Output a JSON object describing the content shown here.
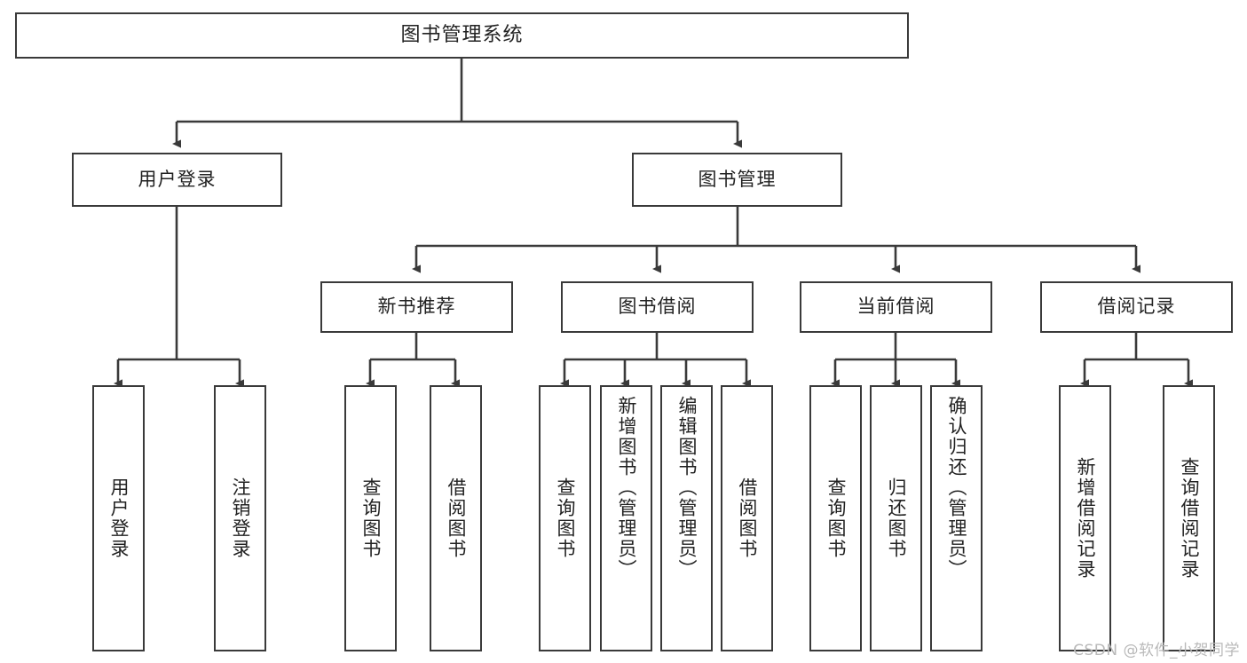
{
  "diagram": {
    "title": "图书管理系统",
    "type": "tree",
    "watermark": "CSDN @软件_小贺同学",
    "colors": {
      "box_border": "#3a3a3a",
      "box_fill": "#ffffff",
      "connector": "#3a3a3a",
      "text": "#222222",
      "watermark": "#b9b9b9"
    },
    "root": {
      "label": "图书管理系统"
    },
    "level2": [
      {
        "label": "用户登录"
      },
      {
        "label": "图书管理"
      }
    ],
    "level3": [
      {
        "label": "新书推荐"
      },
      {
        "label": "图书借阅"
      },
      {
        "label": "当前借阅"
      },
      {
        "label": "借阅记录"
      }
    ],
    "leaves": {
      "user_login": [
        {
          "label": "用户登录"
        },
        {
          "label": "注销登录"
        }
      ],
      "new_book_recommend": [
        {
          "label": "查询图书"
        },
        {
          "label": "借阅图书"
        }
      ],
      "book_borrow": [
        {
          "label": "查询图书"
        },
        {
          "label": "新增图书（管理员）"
        },
        {
          "label": "编辑图书（管理员）"
        },
        {
          "label": "借阅图书"
        }
      ],
      "current_borrow": [
        {
          "label": "查询图书"
        },
        {
          "label": "归还图书"
        },
        {
          "label": "确认归还（管理员）"
        }
      ],
      "borrow_record": [
        {
          "label": "新增借阅记录"
        },
        {
          "label": "查询借阅记录"
        }
      ]
    }
  }
}
